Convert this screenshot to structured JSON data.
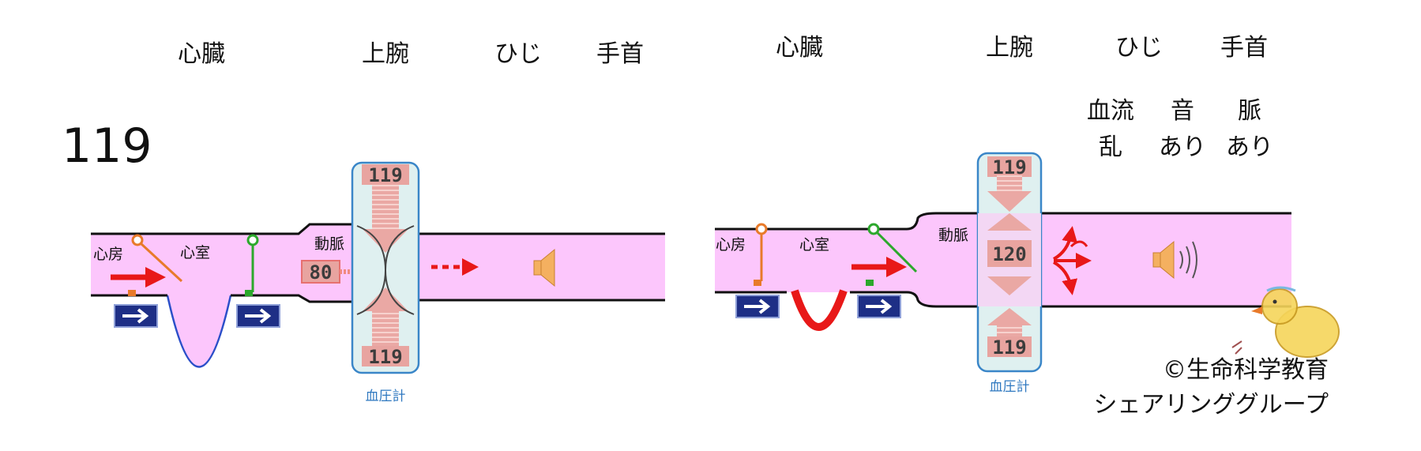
{
  "left_panel": {
    "headers": {
      "heart": "心臓",
      "upper_arm": "上腕",
      "elbow": "ひじ",
      "wrist": "手首"
    },
    "pressure_display": "119",
    "atrium_label": "心房",
    "ventricle_label": "心室",
    "artery_label": "動脈",
    "artery_pressure": "80",
    "cuff_top_value": "119",
    "cuff_bottom_value": "119",
    "gauge_label": "血圧計"
  },
  "right_panel": {
    "headers": {
      "heart": "心臓",
      "upper_arm": "上腕",
      "elbow": "ひじ",
      "wrist": "手首"
    },
    "status": {
      "blood_flow_label": "血流",
      "blood_flow_value": "乱",
      "sound_label": "音",
      "sound_value": "あり",
      "pulse_label": "脈",
      "pulse_value": "あり"
    },
    "atrium_label": "心房",
    "ventricle_label": "心室",
    "artery_label": "動脈",
    "cuff_top_value": "119",
    "cuff_middle_value": "120",
    "cuff_bottom_value": "119",
    "gauge_label": "血圧計"
  },
  "copyright": {
    "line1": "©生命科学教育",
    "line2": "シェアリンググループ"
  },
  "colors": {
    "vessel_fill": "#fcc6fc",
    "flow_arrow": "#e81818",
    "cuff_fill": "#dff0f0",
    "cuff_border": "#3a86c8",
    "pressure_fill": "#e8a4a0",
    "valve_button": "#1e2f86",
    "valve_arm_open": "#e87a2a",
    "valve_arm_closed": "#2ca82c",
    "speaker": "#f4b060"
  }
}
